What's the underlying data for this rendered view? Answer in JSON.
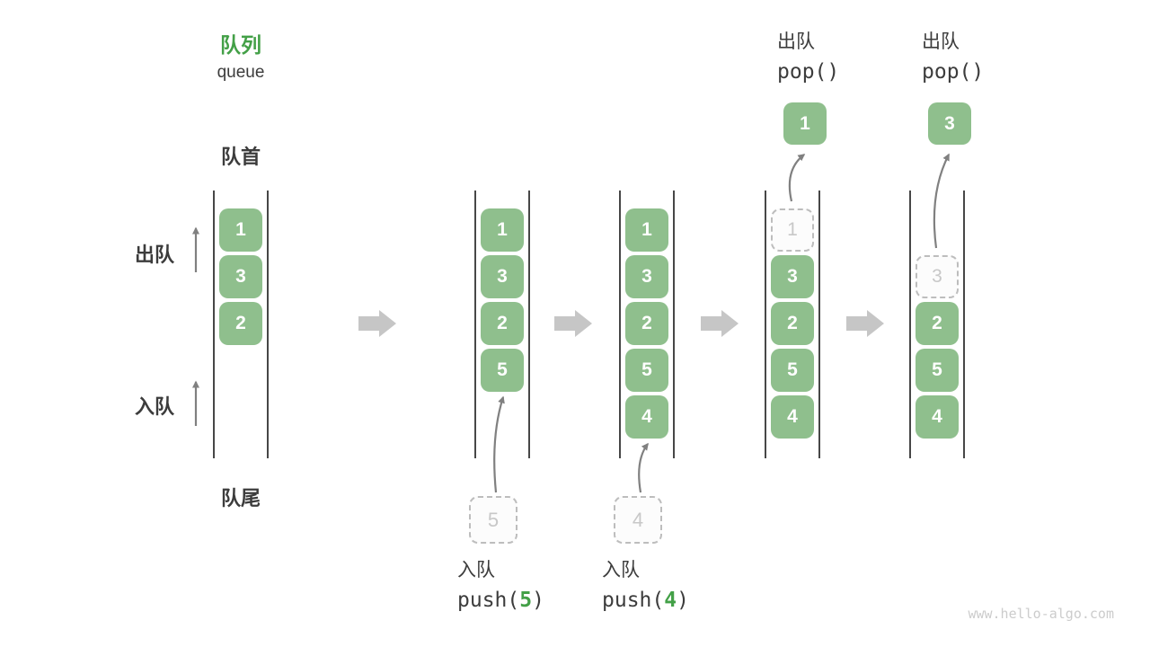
{
  "title": {
    "zh": "队列",
    "en": "queue"
  },
  "labels": {
    "front": "队首",
    "rear": "队尾",
    "dequeue_side": "出队",
    "enqueue_side": "入队"
  },
  "watermark": "www.hello-algo.com",
  "colors": {
    "green_accent": "#43A047",
    "cell_fill": "#8FBF8D",
    "cell_text": "#FFFFFF",
    "dark_text": "#3C3C3C",
    "wall": "#474747",
    "small_arrow": "#808080",
    "big_arrow": "#C6C6C6",
    "dashed_border": "#BDBDBD",
    "dashed_text": "#C8C8C8",
    "dashed_fill": "#FCFCFC",
    "watermark": "#CCCCCC"
  },
  "states": [
    {
      "name": "initial-queue",
      "cells": [
        "1",
        "3",
        "2"
      ]
    },
    {
      "name": "after-push-5",
      "cells": [
        "1",
        "3",
        "2",
        "5"
      ],
      "incoming_value": "5",
      "op": {
        "title": "入队",
        "code_prefix": "push(",
        "code_arg": "5",
        "code_suffix": ")"
      }
    },
    {
      "name": "after-push-4",
      "cells": [
        "1",
        "3",
        "2",
        "5",
        "4"
      ],
      "incoming_value": "4",
      "op": {
        "title": "入队",
        "code_prefix": "push(",
        "code_arg": "4",
        "code_suffix": ")"
      }
    },
    {
      "name": "after-pop-1",
      "cells": [
        "3",
        "2",
        "5",
        "4"
      ],
      "popped_value": "1",
      "popped_row": 0,
      "floating_value": "1",
      "op": {
        "title": "出队",
        "code_prefix": "pop()",
        "code_arg": "",
        "code_suffix": ""
      }
    },
    {
      "name": "after-pop-3",
      "cells": [
        "2",
        "5",
        "4"
      ],
      "popped_value": "3",
      "popped_row": 1,
      "floating_value": "3",
      "op": {
        "title": "出队",
        "code_prefix": "pop()",
        "code_arg": "",
        "code_suffix": ""
      }
    }
  ]
}
